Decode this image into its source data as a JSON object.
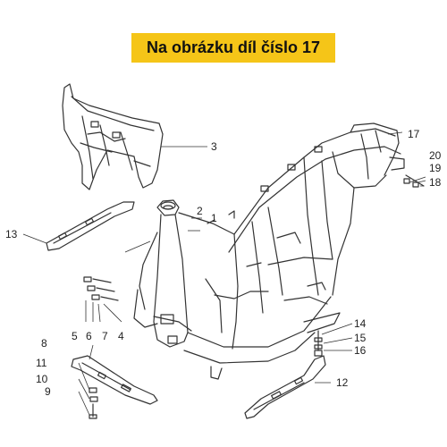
{
  "banner": {
    "text": "Na obrázku díl číslo 17"
  },
  "colors": {
    "banner": "#f5c518",
    "line": "#333333"
  },
  "callouts": [
    {
      "label": "1"
    },
    {
      "label": "2"
    },
    {
      "label": "3"
    },
    {
      "label": "4"
    },
    {
      "label": "5"
    },
    {
      "label": "6"
    },
    {
      "label": "7"
    },
    {
      "label": "8"
    },
    {
      "label": "9"
    },
    {
      "label": "10"
    },
    {
      "label": "11"
    },
    {
      "label": "12"
    },
    {
      "label": "13"
    },
    {
      "label": "14"
    },
    {
      "label": "15"
    },
    {
      "label": "16"
    },
    {
      "label": "17"
    },
    {
      "label": "18"
    },
    {
      "label": "19"
    },
    {
      "label": "20"
    }
  ]
}
